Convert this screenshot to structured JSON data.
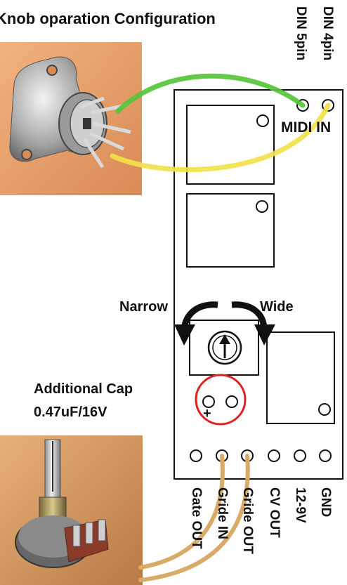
{
  "title": "Knob oparation Configuration",
  "din": {
    "label_5pin": "DIN 5pin",
    "label_4pin": "DIN 4pin",
    "midi_in": "MIDI IN"
  },
  "knob": {
    "narrow": "Narrow",
    "wide": "Wide"
  },
  "cap": {
    "line1": "Additional Cap",
    "line2": "0.47uF/16V",
    "plus": "+"
  },
  "terminals": {
    "labels": [
      "Gate OUT",
      "Gride IN",
      "Gride OUT",
      "CV OUT",
      "12-9V",
      "GND"
    ]
  },
  "colors": {
    "wire_green": "#55c43a",
    "wire_yellow": "#f0e24a",
    "wire_tan": "#d8ab68",
    "cap_ring": "#e02020",
    "board_line": "#111111"
  }
}
